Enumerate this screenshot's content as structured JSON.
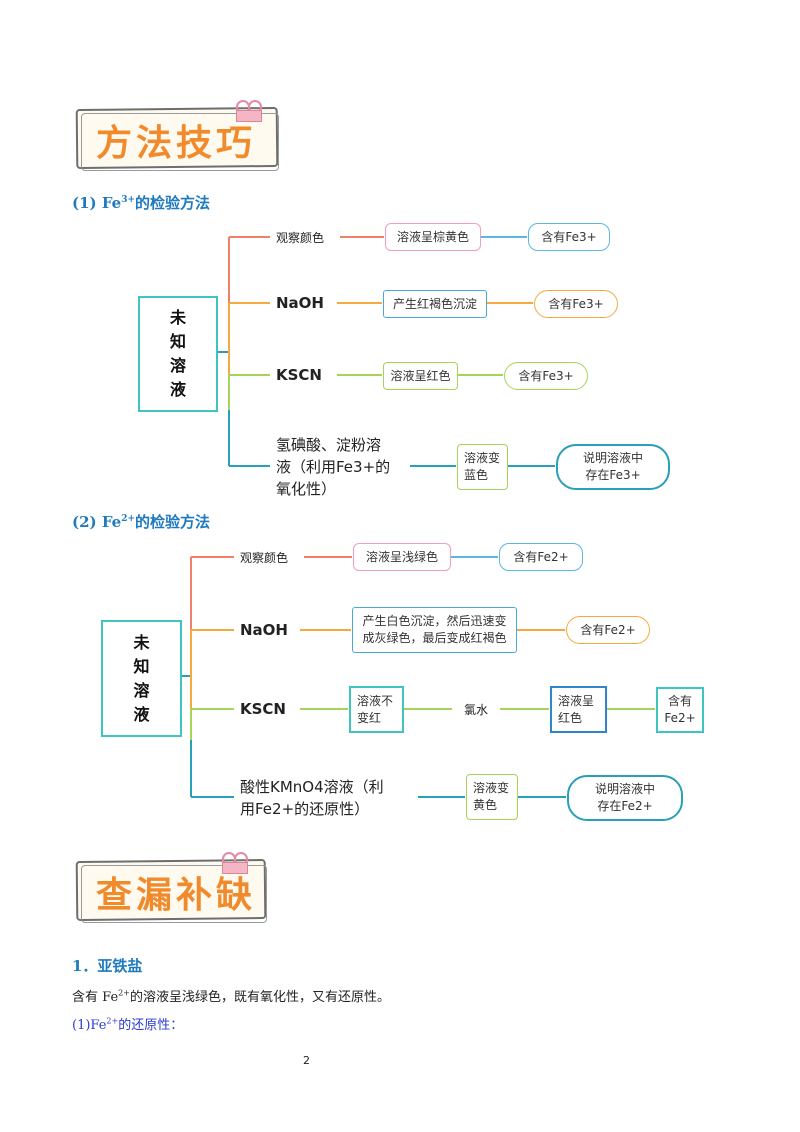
{
  "banners": {
    "methods": "方法技巧",
    "gaps": "查漏补缺"
  },
  "fe3": {
    "title_pre": "(1) Fe",
    "title_sup": "3+",
    "title_post": "的检验方法",
    "root": [
      "未",
      "知",
      "溶",
      "液"
    ],
    "r1_label": "观察颜色",
    "r1_mid": "溶液呈棕黄色",
    "r1_end": "含有Fe3+",
    "r2_label": "NaOH",
    "r2_mid": "产生红褐色沉淀",
    "r2_end": "含有Fe3+",
    "r3_label": "KSCN",
    "r3_mid": "溶液呈红色",
    "r3_end": "含有Fe3+",
    "r4_label_l1": "氢碘酸、淀粉溶",
    "r4_label_l2": "液（利用Fe3+的",
    "r4_label_l3": "氧化性）",
    "r4_mid_l1": "溶液变",
    "r4_mid_l2": "蓝色",
    "r4_end_l1": "说明溶液中",
    "r4_end_l2": "存在Fe3+"
  },
  "fe2": {
    "title_pre": "(2) Fe",
    "title_sup": "2+",
    "title_post": "的检验方法",
    "root": [
      "未",
      "知",
      "溶",
      "液"
    ],
    "r1_label": "观察颜色",
    "r1_mid": "溶液呈浅绿色",
    "r1_end": "含有Fe2+",
    "r2_label": "NaOH",
    "r2_mid_l1": "产生白色沉淀，然后迅速变",
    "r2_mid_l2": "成灰绿色，最后变成红褐色",
    "r2_end": "含有Fe2+",
    "r3_label": "KSCN",
    "r3_mid_l1": "溶液不",
    "r3_mid_l2": "变红",
    "r3_reagent": "氯水",
    "r3_mid2_l1": "溶液呈",
    "r3_mid2_l2": "红色",
    "r3_end_l1": "含有",
    "r3_end_l2": "Fe2+",
    "r4_label_l1": "酸性KMnO4溶液（利",
    "r4_label_l2": "用Fe2+的还原性）",
    "r4_mid_l1": "溶液变",
    "r4_mid_l2": "黄色",
    "r4_end_l1": "说明溶液中",
    "r4_end_l2": "存在Fe2+"
  },
  "section1": {
    "heading": "1．亚铁盐",
    "para_pre": "含有 Fe",
    "para_sup": "2+",
    "para_post": "的溶液呈浅绿色，既有氧化性，又有还原性。",
    "sub_pre": "(1)Fe",
    "sub_sup": "2+",
    "sub_post": "的还原性："
  },
  "page_number": "2",
  "colors": {
    "accent_blue": "#1f7abf",
    "banner_orange": "#f08a2b",
    "line_orange": "#f4aa3c",
    "line_red": "#f07f6c",
    "line_green": "#a6d35a",
    "line_teal": "#2a9fb8"
  }
}
